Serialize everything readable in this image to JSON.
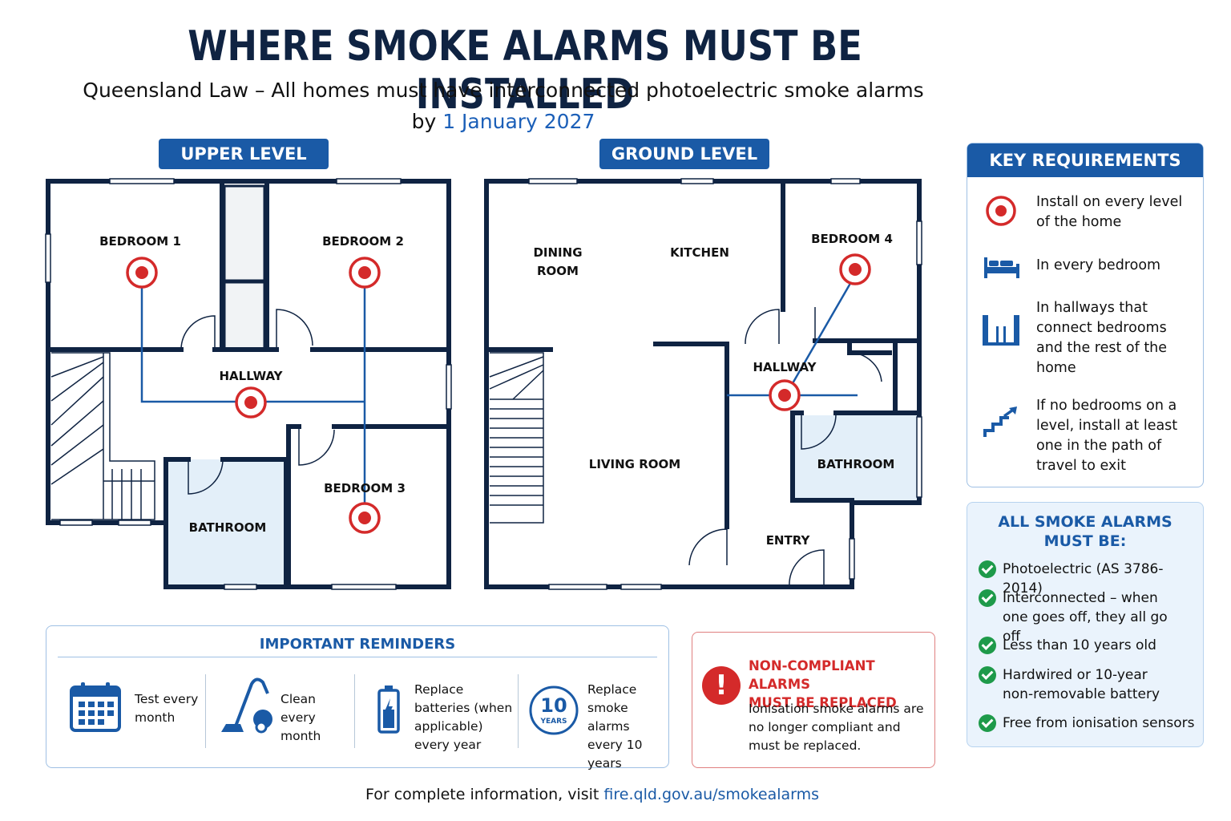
{
  "header": {
    "title": "WHERE SMOKE ALARMS MUST BE INSTALLED",
    "subtitle_line1": "Queensland Law – All homes must have interconnected photoelectric smoke alarms",
    "subtitle_by": "by",
    "subtitle_date": "1 January 2027"
  },
  "levels": {
    "upper": {
      "label": "UPPER LEVEL",
      "rooms": [
        "BEDROOM 1",
        "BEDROOM 2",
        "HALLWAY",
        "BEDROOM 3",
        "BATHROOM"
      ]
    },
    "ground": {
      "label": "GROUND LEVEL",
      "rooms": [
        "DINING",
        "ROOM",
        "KITCHEN",
        "BEDROOM 4",
        "HALLWAY",
        "LIVING ROOM",
        "BATHROOM",
        "ENTRY"
      ]
    }
  },
  "key_requirements": {
    "title": "KEY REQUIREMENTS",
    "items": [
      {
        "icon": "smoke-alarm-icon",
        "text": "Install on every level of the home"
      },
      {
        "icon": "bed-icon",
        "text": "In every bedroom"
      },
      {
        "icon": "hallway-icon",
        "text": "In hallways that connect bedrooms and the rest of the home"
      },
      {
        "icon": "stairs-icon",
        "text": "If no bedrooms on a level, install at least one in the path of travel to exit"
      }
    ]
  },
  "all_alarms": {
    "title_line1": "ALL SMOKE ALARMS",
    "title_line2": "MUST BE:",
    "items": [
      {
        "bold": "Photoelectric",
        "light": "(AS 3786-2014)"
      },
      {
        "bold": "Interconnected – when one goes off, they all go off",
        "light": ""
      },
      {
        "bold": "Less than 10 years old",
        "light": ""
      },
      {
        "bold": "Hardwired or 10-year non-removable battery",
        "light": ""
      },
      {
        "bold": "Free from ionisation sensors",
        "light": ""
      }
    ]
  },
  "reminders": {
    "title": "IMPORTANT REMINDERS",
    "items": [
      {
        "icon": "calendar-icon",
        "text": "Test every month"
      },
      {
        "icon": "vacuum-icon",
        "text": "Clean every month"
      },
      {
        "icon": "battery-icon",
        "text": "Replace batteries (when applicable) every year"
      },
      {
        "icon": "ten-years-icon",
        "badge_number": "10",
        "badge_unit": "YEARS",
        "text": "Replace smoke alarms every 10 years"
      }
    ]
  },
  "non_compliant": {
    "icon": "exclamation-icon",
    "title_line1": "NON-COMPLIANT ALARMS",
    "title_line2": "MUST BE REPLACED",
    "text": "Ionisation smoke alarms are no longer compliant and must be replaced."
  },
  "footer": {
    "text": "For complete information, visit",
    "link": "fire.qld.gov.au/smokealarms"
  },
  "colors": {
    "navy": "#0f2342",
    "blue": "#1a5aa6",
    "alarm_red": "#d42a2a",
    "bath_fill": "#e3eff9",
    "check_green": "#1e9a4a"
  }
}
